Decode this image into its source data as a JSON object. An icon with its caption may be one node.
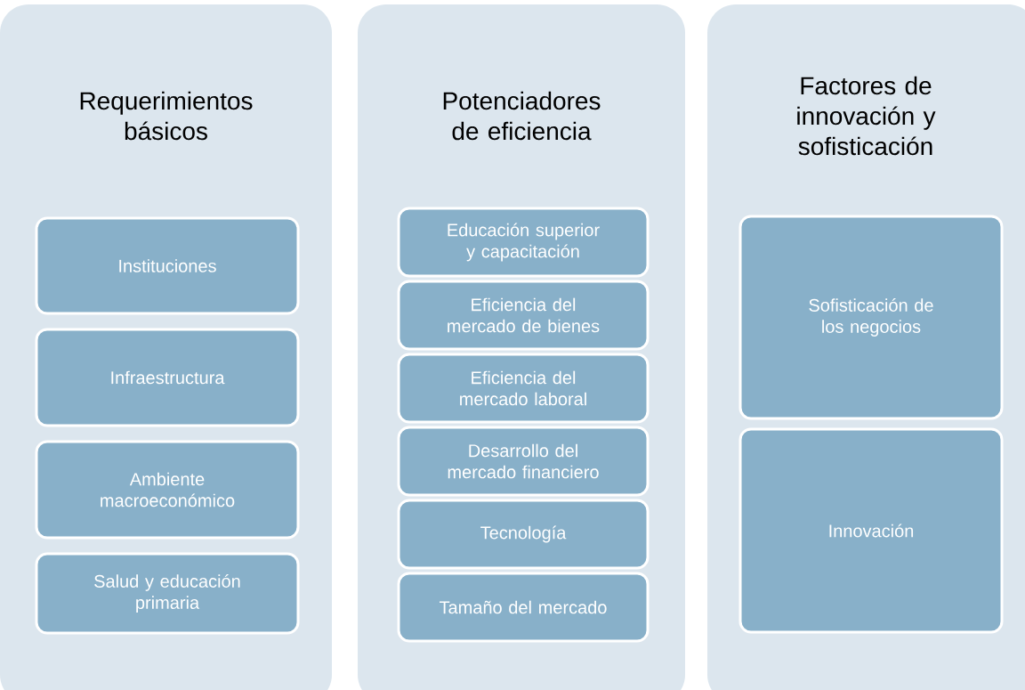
{
  "diagram": {
    "nodes": [
      {
        "text": [
          "Requerimientos básicos"
        ]
      },
      {
        "text": [
          "Instituciones"
        ],
        "in": 0
      },
      {
        "text": [
          "Infraestructura"
        ],
        "in": 0
      },
      {
        "text": [
          "Ambiente macroeconómico"
        ],
        "in": 0
      },
      {
        "text": [
          "Salud y educación primaria"
        ],
        "in": 0
      },
      {
        "text": [
          "Potenciadores de eficiencia"
        ]
      },
      {
        "text": [
          "Educación superior y capacitación"
        ],
        "in": 5
      },
      {
        "text": [
          "Eficiencia del mercado de bienes"
        ],
        "in": 5
      },
      {
        "text": [
          "Eficiencia del mercado laboral"
        ],
        "in": 5
      },
      {
        "text": [
          "Desarrollo del mercado financiero"
        ],
        "in": 5
      },
      {
        "text": [
          "Tecnología"
        ],
        "in": 5
      },
      {
        "text": [
          "Tamaño del mercado"
        ],
        "in": 5
      },
      {
        "text": [
          "Factores de innovación y sofisticación"
        ]
      },
      {
        "text": [
          "Sofisticación de los negocios"
        ],
        "in": 12
      },
      {
        "text": [
          "Innovación"
        ],
        "in": 12
      }
    ]
  }
}
